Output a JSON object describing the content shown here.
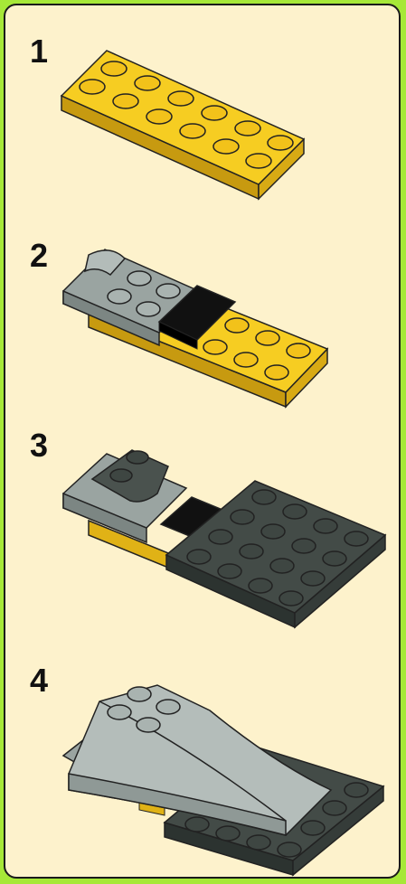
{
  "colors": {
    "frame": "#a6e838",
    "panel": "#fdf2cc",
    "yellow_brick": "#f5cc1e",
    "dark_gray_brick": "#3e4642",
    "light_gray_brick": "#a9b3b0",
    "black_tile": "#111111"
  },
  "steps": [
    {
      "number": "1",
      "description_icon": "yellow-2x6-plate"
    },
    {
      "number": "2",
      "description_icon": "hinge-and-tile-on-plate"
    },
    {
      "number": "3",
      "description_icon": "dark-gray-4x4-plate-added"
    },
    {
      "number": "4",
      "description_icon": "curved-slope-added"
    }
  ]
}
